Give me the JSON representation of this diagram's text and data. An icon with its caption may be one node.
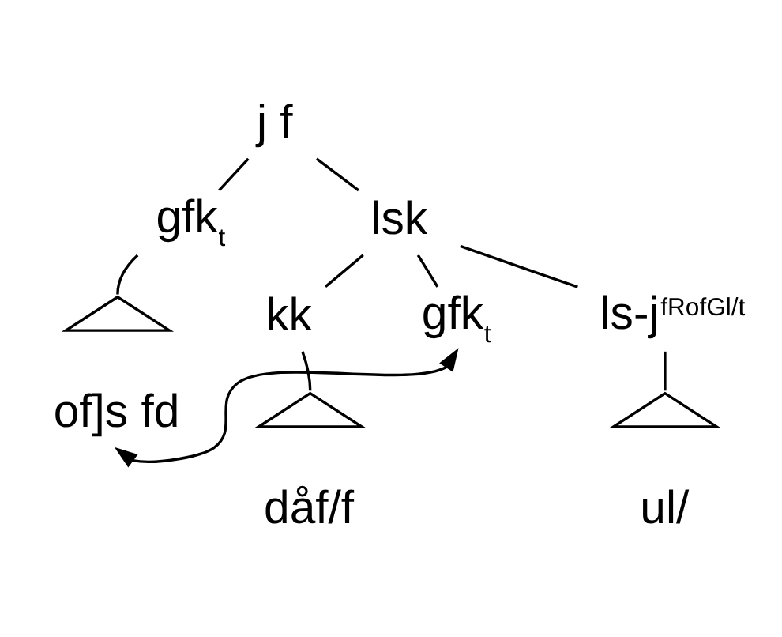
{
  "diagram": {
    "nodes": [
      {
        "text": [
          "j f"
        ]
      },
      {
        "text": [
          "gfk$_{t}$"
        ]
      },
      {
        "text": [
          "lsk"
        ]
      },
      {
        "text": [],
        "shape": "triangle"
      },
      {
        "text": [
          "of]s fd"
        ]
      },
      {
        "text": [
          "kk"
        ]
      },
      {
        "text": [
          "gfk$_{t}$"
        ]
      },
      {
        "text": [
          "ls-j$^{fRofGl/t}$"
        ]
      },
      {
        "text": [],
        "shape": "triangle"
      },
      {
        "text": [],
        "shape": "triangle"
      },
      {
        "text": [
          "dåf/f"
        ]
      },
      {
        "text": [
          "ul/"
        ]
      }
    ],
    "edges": [
      {
        "from": 0,
        "to": 1,
        "arrow": "none"
      },
      {
        "from": 0,
        "to": 2,
        "arrow": "none"
      },
      {
        "from": 1,
        "to": 3,
        "arrow": "none"
      },
      {
        "from": 2,
        "to": 5,
        "arrow": "none"
      },
      {
        "from": 2,
        "to": 6,
        "arrow": "none"
      },
      {
        "from": 2,
        "to": 7,
        "arrow": "none"
      },
      {
        "from": 5,
        "to": 8,
        "arrow": "none"
      },
      {
        "from": 7,
        "to": 9,
        "arrow": "none"
      },
      {
        "from": 6,
        "to": 4,
        "arrow": "both"
      }
    ]
  }
}
